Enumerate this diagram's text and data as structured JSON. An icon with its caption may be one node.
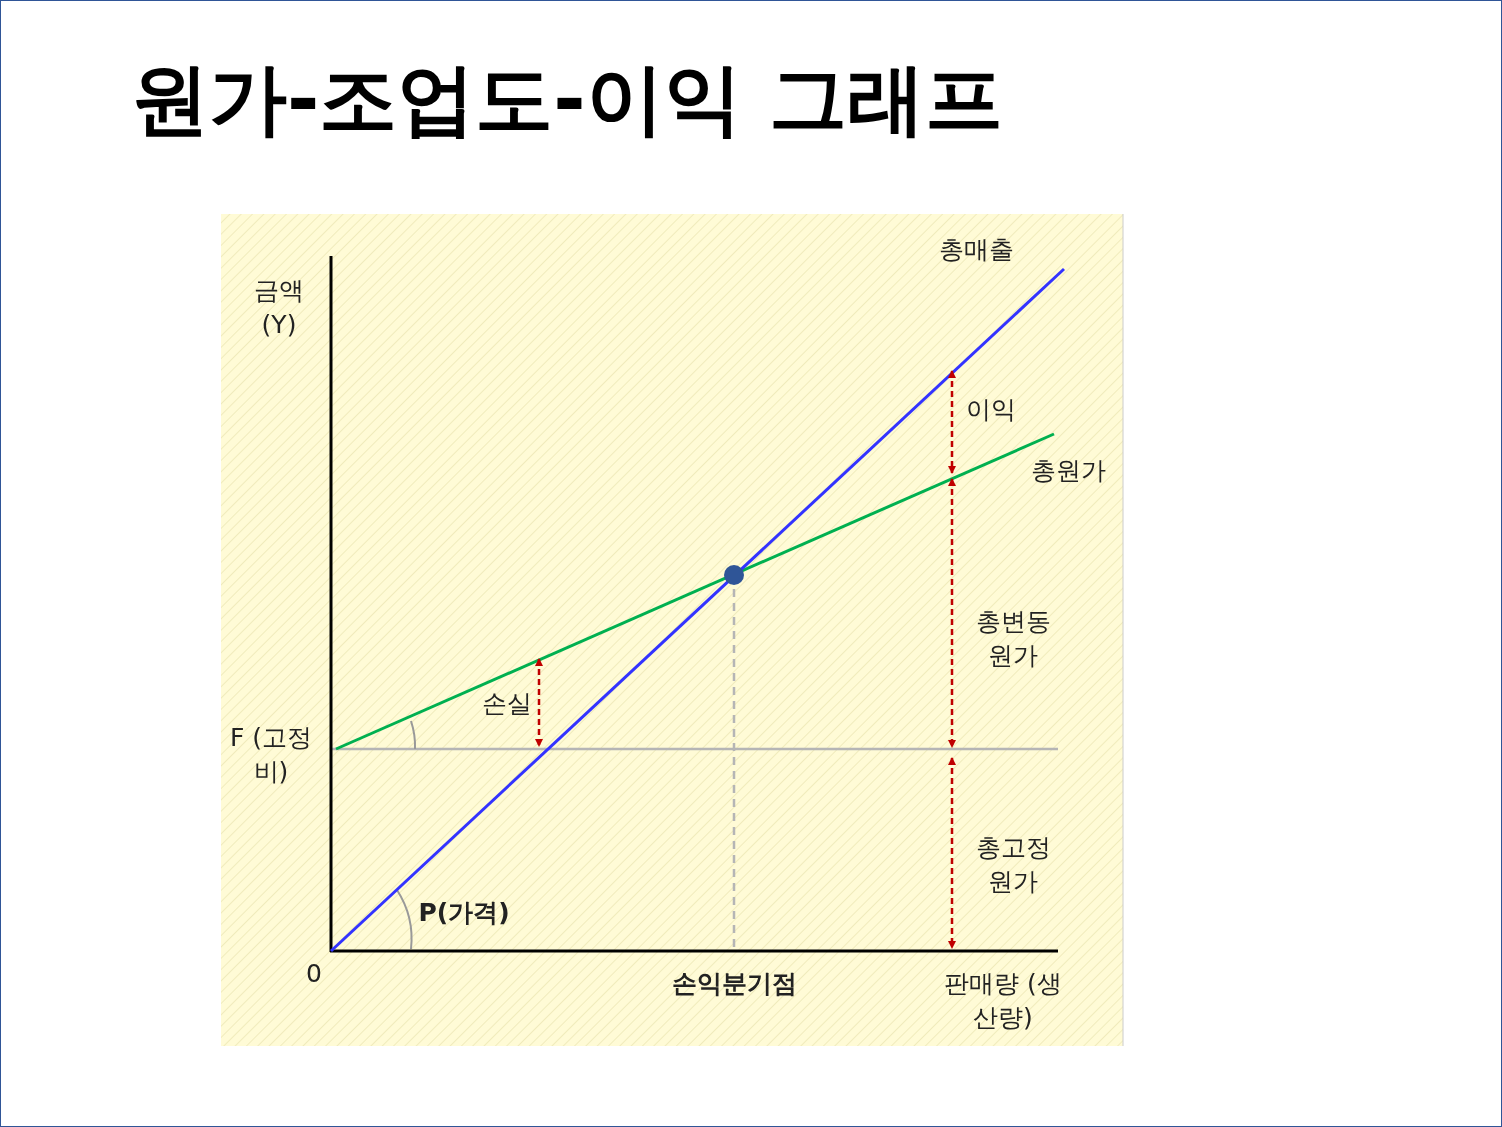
{
  "diagram": {
    "title": "원가-조업도-이익 그래프",
    "labels": [
      "총매출",
      "금액 (Y)",
      "이익",
      "총원가",
      "총변동 원가",
      "손실",
      "F (고정비)",
      "총고정 원가",
      "P(가격)",
      "0",
      "손익분기점",
      "판매량 (생산량)"
    ]
  }
}
